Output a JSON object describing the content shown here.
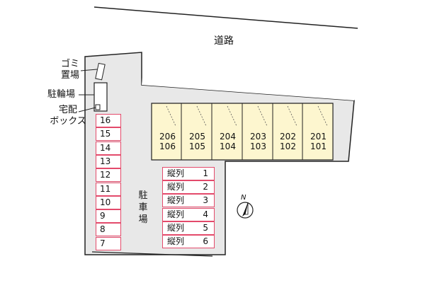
{
  "road": {
    "label": "道路"
  },
  "facilities": {
    "garbage": "ゴミ\n置場",
    "bicycle": "駐輪場",
    "delivery_box": "宅配\nボックス",
    "parking": "駐車場"
  },
  "left_parking": [
    "16",
    "15",
    "14",
    "13",
    "12",
    "11",
    "10",
    "9",
    "8",
    "7"
  ],
  "vertical_parking": [
    {
      "label": "縦列",
      "number": "1"
    },
    {
      "label": "縦列",
      "number": "2"
    },
    {
      "label": "縦列",
      "number": "3"
    },
    {
      "label": "縦列",
      "number": "4"
    },
    {
      "label": "縦列",
      "number": "5"
    },
    {
      "label": "縦列",
      "number": "6"
    }
  ],
  "units": [
    {
      "upper": "206",
      "lower": "106"
    },
    {
      "upper": "205",
      "lower": "105"
    },
    {
      "upper": "204",
      "lower": "104"
    },
    {
      "upper": "203",
      "lower": "103"
    },
    {
      "upper": "202",
      "lower": "102"
    },
    {
      "upper": "201",
      "lower": "101"
    }
  ],
  "compass": {
    "label": "N",
    "direction": "north"
  },
  "colors": {
    "lot": "#e8e8e8",
    "building": "#fdf6cf",
    "parking_border": "#e34a6b",
    "outline": "#222222"
  }
}
